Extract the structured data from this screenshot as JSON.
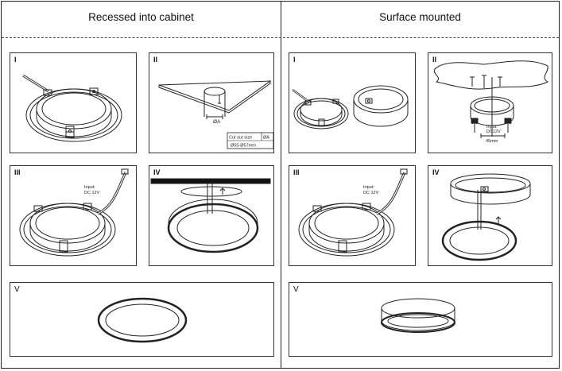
{
  "headers": {
    "left": "Recessed into cabinet",
    "right": "Surface mounted"
  },
  "steps": {
    "l1": "I",
    "l2": "II",
    "l3": "III",
    "l4": "IV",
    "l5": "V",
    "r1": "I",
    "r2": "II",
    "r3": "III",
    "r4": "IV",
    "r5": "V"
  },
  "annotations": {
    "phi_a": "ØA",
    "cutout_header": "Cut out size",
    "cutout_col": "ØA",
    "cutout_value": "Ø55-Ø57mm",
    "input_left": "Input:",
    "input_left_v": "DC 12V",
    "input_right": "Input:",
    "input_right_v": "DC12V",
    "input_r3": "Input:",
    "input_r3_v": "DC 12V",
    "dim_r2": "45mm"
  },
  "colors": {
    "line": "#222222",
    "frame": "#333333",
    "background": "#ffffff"
  }
}
